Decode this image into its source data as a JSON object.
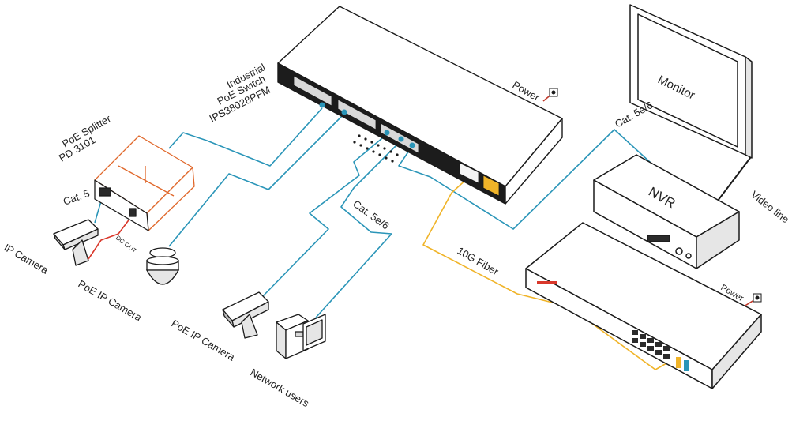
{
  "labels": {
    "switch_line1": "Industrial",
    "switch_line2": "PoE  Switch",
    "switch_line3": "IPS38028PFM",
    "splitter_line1": "PoE Splitter",
    "splitter_line2": "PD 3101",
    "dc_out": "DC OUT",
    "cat5": "Cat. 5",
    "ip_camera": "IP Camera",
    "poe_ip_camera_1": "PoE IP Camera",
    "poe_ip_camera_2": "PoE IP Camera",
    "network_users": "Network users",
    "cat5e_mid": "Cat. 5e/6",
    "fiber": "10G Fiber",
    "power_top": "Power",
    "monitor": "Monitor",
    "nvr": "NVR",
    "video_line": "Video line",
    "cat5e_right": "Cat. 5e/6",
    "power_bottom": "Power"
  },
  "colors": {
    "ethernet": "#2a95b8",
    "fiber": "#f0b429",
    "accent": "#e0672a",
    "dc_cable": "#d9382b",
    "power_cable": "#c0392b",
    "outline": "#1a1a1a",
    "device_body": "#ffffff",
    "switch_front": "#1c1c1c"
  }
}
